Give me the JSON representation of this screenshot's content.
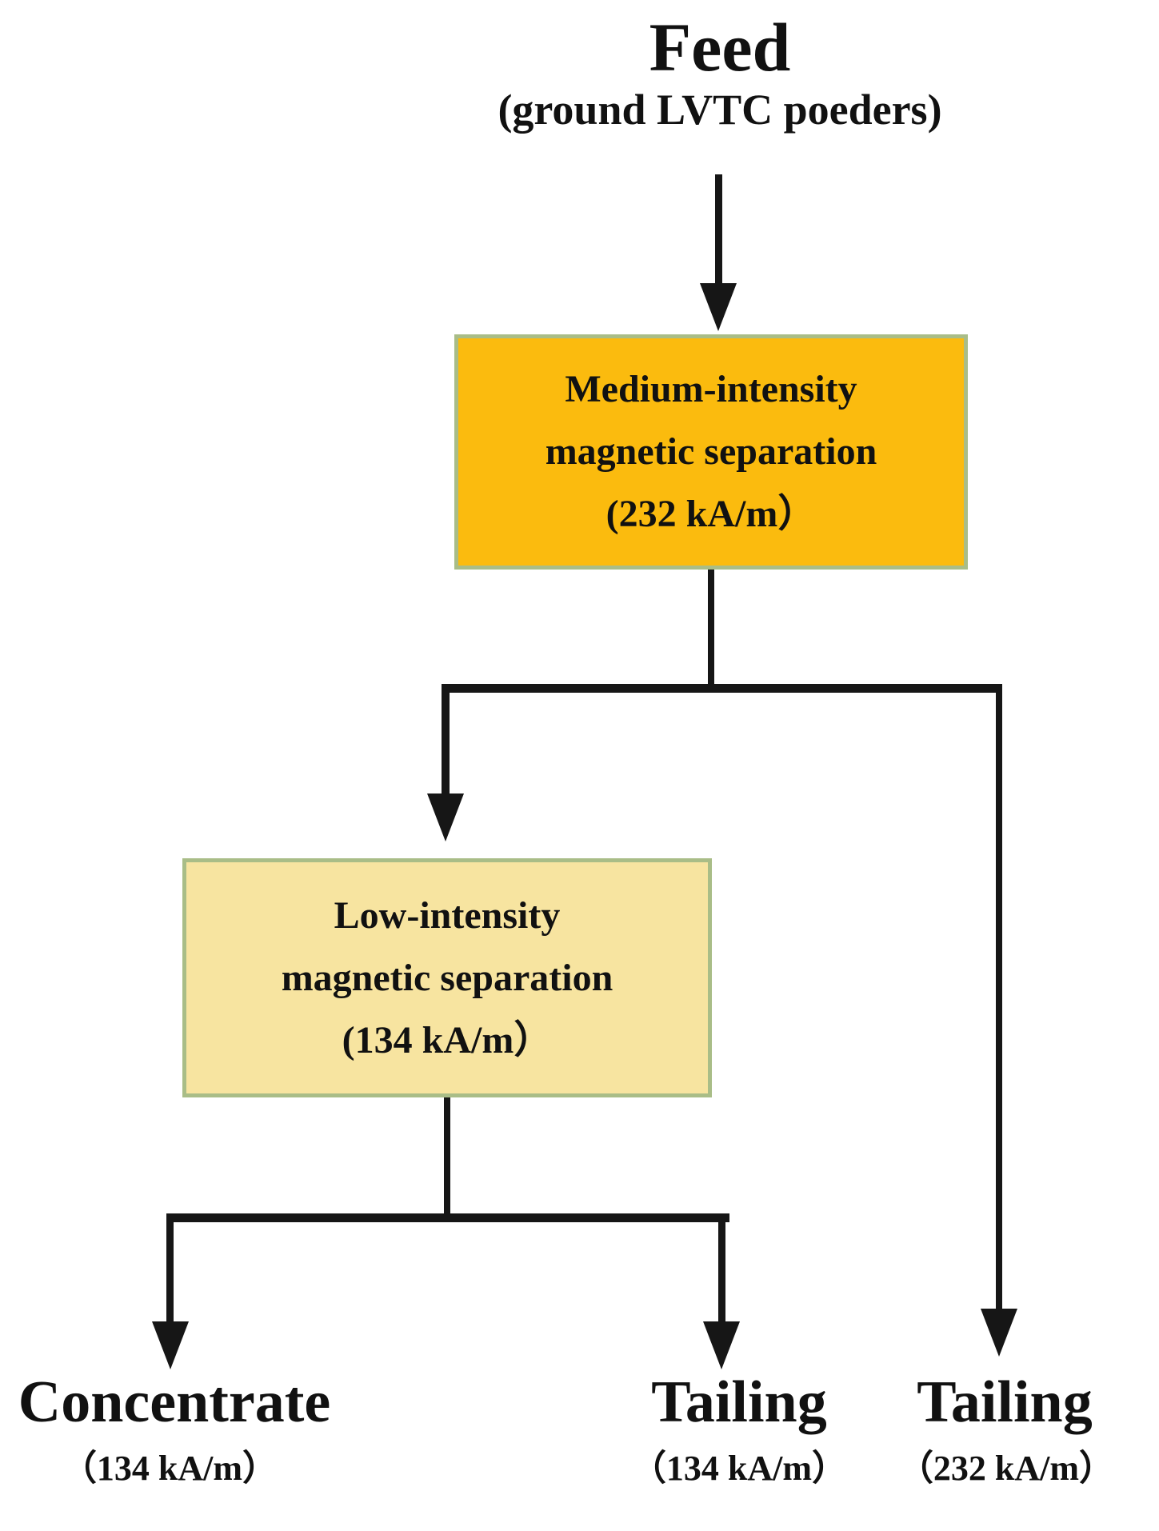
{
  "feed": {
    "title": "Feed",
    "subtitle": "(ground LVTC poeders)"
  },
  "boxes": [
    {
      "id": "medium-intensity-separation",
      "lines": [
        "Medium-intensity",
        "magnetic separation",
        "(232 kA/m）"
      ],
      "fill": "#FBBB0E",
      "border": "#A9BD87"
    },
    {
      "id": "low-intensity-separation",
      "lines": [
        "Low-intensity",
        "magnetic separation",
        "(134 kA/m）"
      ],
      "fill": "#F7E4A0",
      "border": "#A9BD87"
    }
  ],
  "outputs": [
    {
      "id": "concentrate",
      "label": "Concentrate",
      "value": "（134 kA/m）"
    },
    {
      "id": "tailing-low",
      "label": "Tailing",
      "value": "（134 kA/m）"
    },
    {
      "id": "tailing-medium",
      "label": "Tailing",
      "value": "（232 kA/m）"
    }
  ],
  "edges": [
    {
      "from": "feed",
      "to": "medium-intensity-separation"
    },
    {
      "from": "medium-intensity-separation",
      "to": "low-intensity-separation"
    },
    {
      "from": "medium-intensity-separation",
      "to": "tailing-medium"
    },
    {
      "from": "low-intensity-separation",
      "to": "concentrate"
    },
    {
      "from": "low-intensity-separation",
      "to": "tailing-low"
    }
  ],
  "colors": {
    "line": "#161616",
    "background": "#FFFFFF"
  }
}
